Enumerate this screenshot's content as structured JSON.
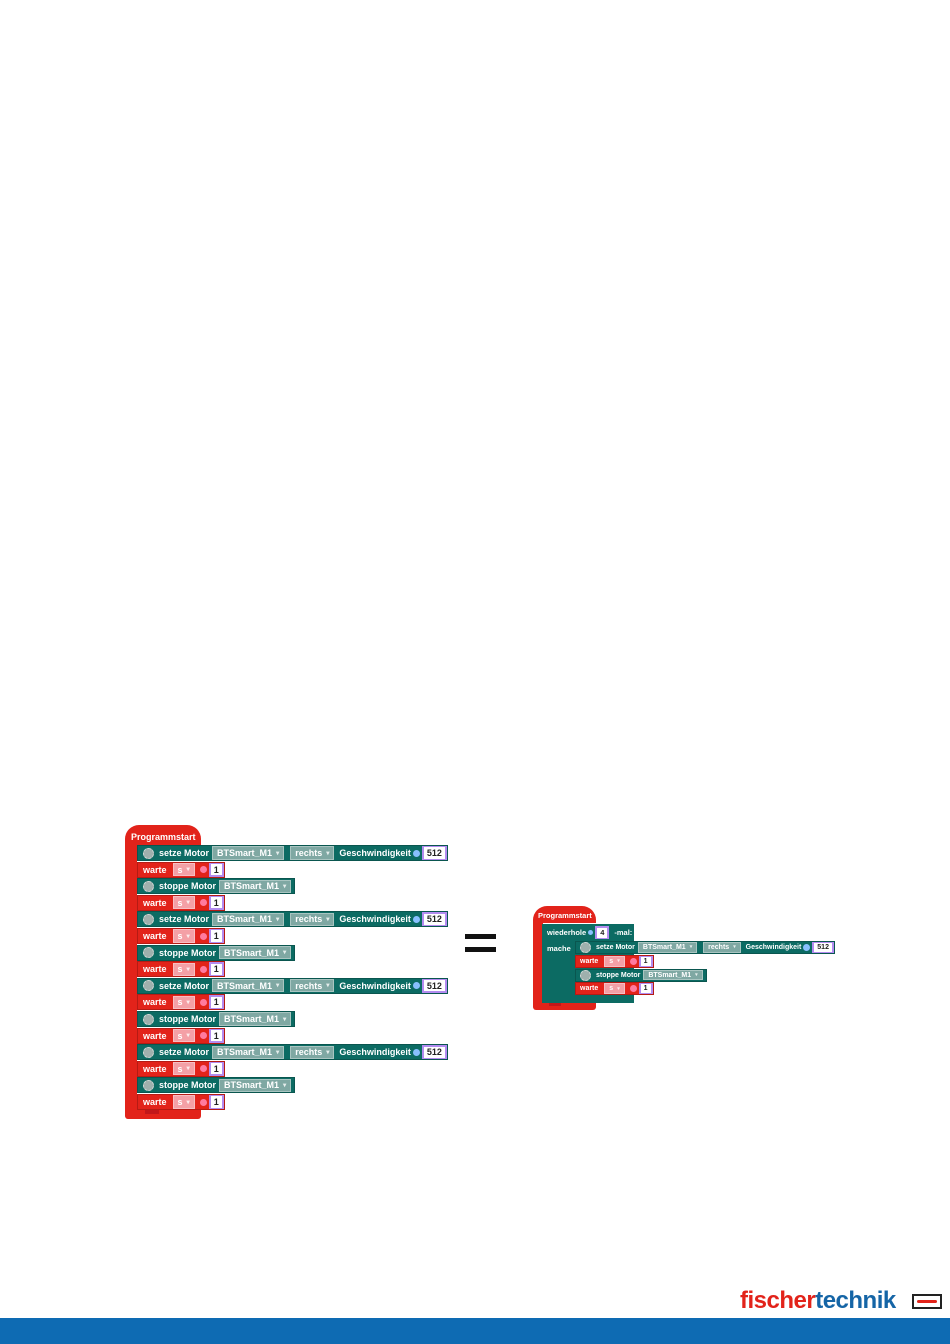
{
  "left_program": {
    "hat_label": "Programmstart",
    "blocks": [
      {
        "kind": "set",
        "label": "setze Motor",
        "motor": "BTSmart_M1",
        "direction": "rechts",
        "speed_label": "Geschwindigkeit",
        "speed": "512"
      },
      {
        "kind": "wait",
        "label": "warte",
        "unit": "s",
        "value": "1"
      },
      {
        "kind": "stop",
        "label": "stoppe Motor",
        "motor": "BTSmart_M1"
      },
      {
        "kind": "wait",
        "label": "warte",
        "unit": "s",
        "value": "1"
      },
      {
        "kind": "set",
        "label": "setze Motor",
        "motor": "BTSmart_M1",
        "direction": "rechts",
        "speed_label": "Geschwindigkeit",
        "speed": "512"
      },
      {
        "kind": "wait",
        "label": "warte",
        "unit": "s",
        "value": "1"
      },
      {
        "kind": "stop",
        "label": "stoppe Motor",
        "motor": "BTSmart_M1"
      },
      {
        "kind": "wait",
        "label": "warte",
        "unit": "s",
        "value": "1"
      },
      {
        "kind": "set",
        "label": "setze Motor",
        "motor": "BTSmart_M1",
        "direction": "rechts",
        "speed_label": "Geschwindigkeit",
        "speed": "512"
      },
      {
        "kind": "wait",
        "label": "warte",
        "unit": "s",
        "value": "1"
      },
      {
        "kind": "stop",
        "label": "stoppe Motor",
        "motor": "BTSmart_M1"
      },
      {
        "kind": "wait",
        "label": "warte",
        "unit": "s",
        "value": "1"
      },
      {
        "kind": "set",
        "label": "setze Motor",
        "motor": "BTSmart_M1",
        "direction": "rechts",
        "speed_label": "Geschwindigkeit",
        "speed": "512"
      },
      {
        "kind": "wait",
        "label": "warte",
        "unit": "s",
        "value": "1"
      },
      {
        "kind": "stop",
        "label": "stoppe Motor",
        "motor": "BTSmart_M1"
      },
      {
        "kind": "wait",
        "label": "warte",
        "unit": "s",
        "value": "1"
      }
    ]
  },
  "equals_sign": "equals-icon",
  "right_program": {
    "hat_label": "Programmstart",
    "repeat_label": "wiederhole",
    "repeat_count": "4",
    "repeat_suffix": "-mal:",
    "do_label": "mache",
    "blocks": [
      {
        "kind": "set",
        "label": "setze Motor",
        "motor": "BTSmart_M1",
        "direction": "rechts",
        "speed_label": "Geschwindigkeit",
        "speed": "512"
      },
      {
        "kind": "wait",
        "label": "warte",
        "unit": "s",
        "value": "1"
      },
      {
        "kind": "stop",
        "label": "stoppe Motor",
        "motor": "BTSmart_M1"
      },
      {
        "kind": "wait",
        "label": "warte",
        "unit": "s",
        "value": "1"
      }
    ]
  },
  "brand": {
    "part1": "fischer",
    "part2": "technik",
    "color_red": "#e2231a",
    "color_blue": "#1565a6"
  },
  "colors": {
    "motor_block": "#0c6b63",
    "wait_block": "#e2231a",
    "number_slot": "#b38cf0",
    "footer_bar": "#0e6bb3"
  }
}
